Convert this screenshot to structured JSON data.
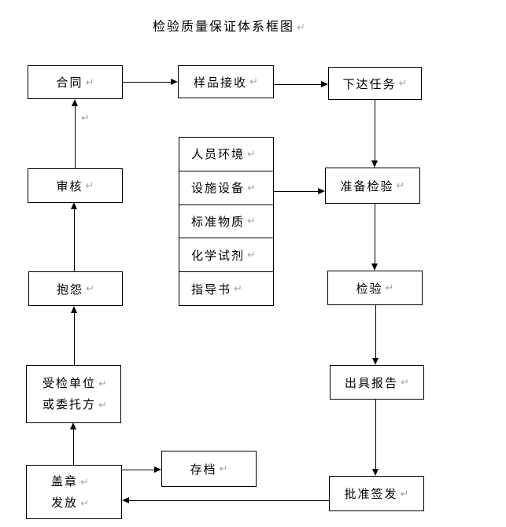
{
  "title": "检验质量保证体系框图",
  "marks": {
    "return": "↵"
  },
  "nodes": {
    "contract": {
      "label": "合同"
    },
    "sample_reception": {
      "label": "样品接收"
    },
    "issue_task": {
      "label": "下达任务"
    },
    "review": {
      "label": "审核"
    },
    "complaint": {
      "label": "抱怨"
    },
    "inspected_unit": {
      "line1": "受检单位",
      "line2": "或委托方"
    },
    "stamp_issue": {
      "line1": "盖章",
      "line2": "发放"
    },
    "archive": {
      "label": "存档"
    },
    "resources": {
      "items": [
        "人员环境",
        "设施设备",
        "标准物质",
        "化学试剂",
        "指导书"
      ]
    },
    "prepare_inspection": {
      "label": "准备检验"
    },
    "inspection": {
      "label": "检验"
    },
    "issue_report": {
      "label": "出具报告"
    },
    "approve_issue": {
      "label": "批准签发"
    }
  }
}
